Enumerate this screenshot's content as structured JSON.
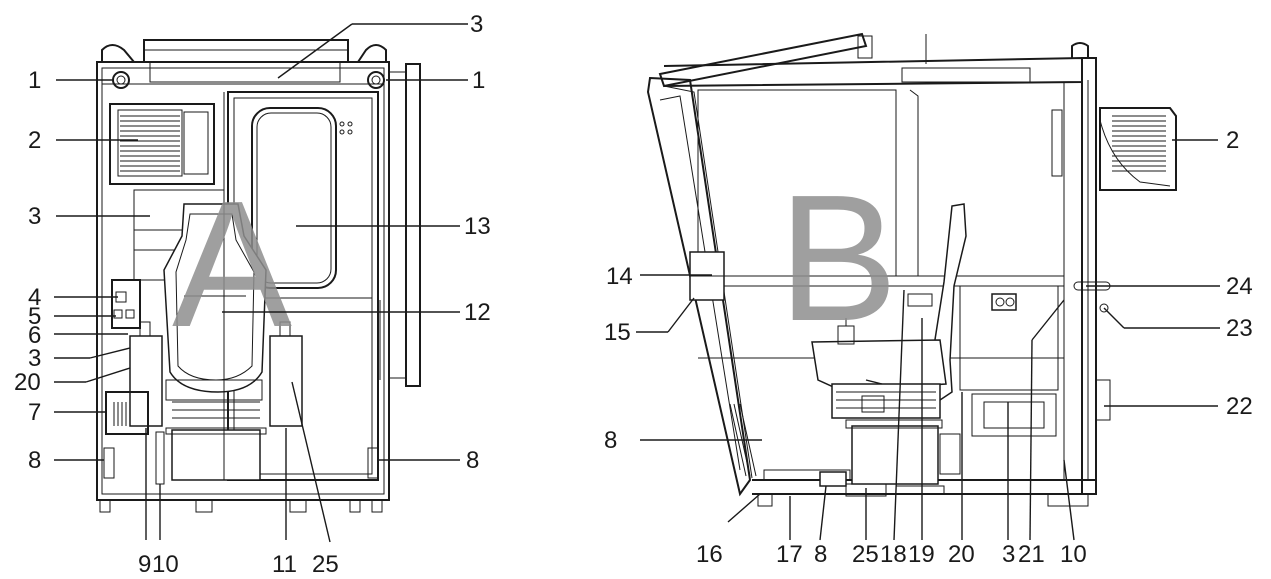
{
  "views": {
    "a": {
      "letter": "A"
    },
    "b": {
      "letter": "B"
    }
  },
  "labels": {
    "a_top_3": "3",
    "a_left_1": "1",
    "a_right_1": "1",
    "a_left_2": "2",
    "a_left_3": "3",
    "a_right_13": "13",
    "a_left_4": "4",
    "a_left_5": "5",
    "a_right_12": "12",
    "a_left_6": "6",
    "a_left_3b": "3",
    "a_left_20": "20",
    "a_left_7": "7",
    "a_left_8": "8",
    "a_right_8": "8",
    "a_bottom_9": "9",
    "a_bottom_10": "10",
    "a_bottom_11": "11",
    "a_bottom_25": "25",
    "b_right_2": "2",
    "b_left_14": "14",
    "b_right_24": "24",
    "b_left_15": "15",
    "b_right_23": "23",
    "b_right_22": "22",
    "b_left_8": "8",
    "b_bottom_16": "16",
    "b_bottom_17": "17",
    "b_bottom_8": "8",
    "b_bottom_25": "25",
    "b_bottom_18": "18",
    "b_bottom_19": "19",
    "b_bottom_20": "20",
    "b_bottom_3": "3",
    "b_bottom_21": "21",
    "b_bottom_10": "10"
  }
}
